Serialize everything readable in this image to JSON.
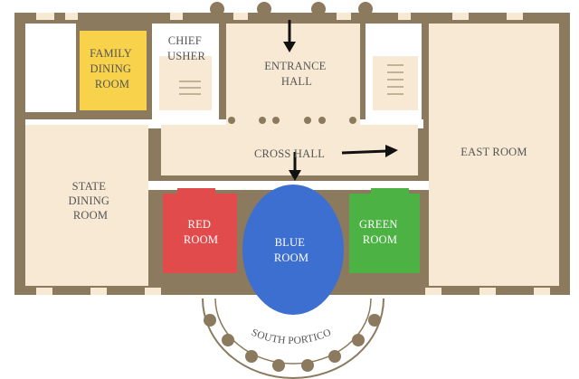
{
  "colors": {
    "wall": "#8b7a5e",
    "floor": "#f7e9d3",
    "family_dining": "#f7d24a",
    "red_room": "#e24b4b",
    "blue_room": "#3d6fd0",
    "green_room": "#4cb243",
    "label_dark": "#555555",
    "label_light": "#ffffff",
    "arrow": "#111111"
  },
  "rooms": {
    "family_dining": [
      "FAMILY",
      "DINING",
      "ROOM"
    ],
    "chief_usher": [
      "CHIEF",
      "USHER"
    ],
    "entrance_hall": [
      "ENTRANCE",
      "HALL"
    ],
    "cross_hall": [
      "CROSS HALL"
    ],
    "east_room": [
      "EAST ROOM"
    ],
    "state_dining": [
      "STATE",
      "DINING",
      "ROOM"
    ],
    "red_room": [
      "RED",
      "ROOM"
    ],
    "blue_room": [
      "BLUE",
      "ROOM"
    ],
    "green_room": [
      "GREEN",
      "ROOM"
    ],
    "south_portico": "SOUTH PORTICO"
  }
}
